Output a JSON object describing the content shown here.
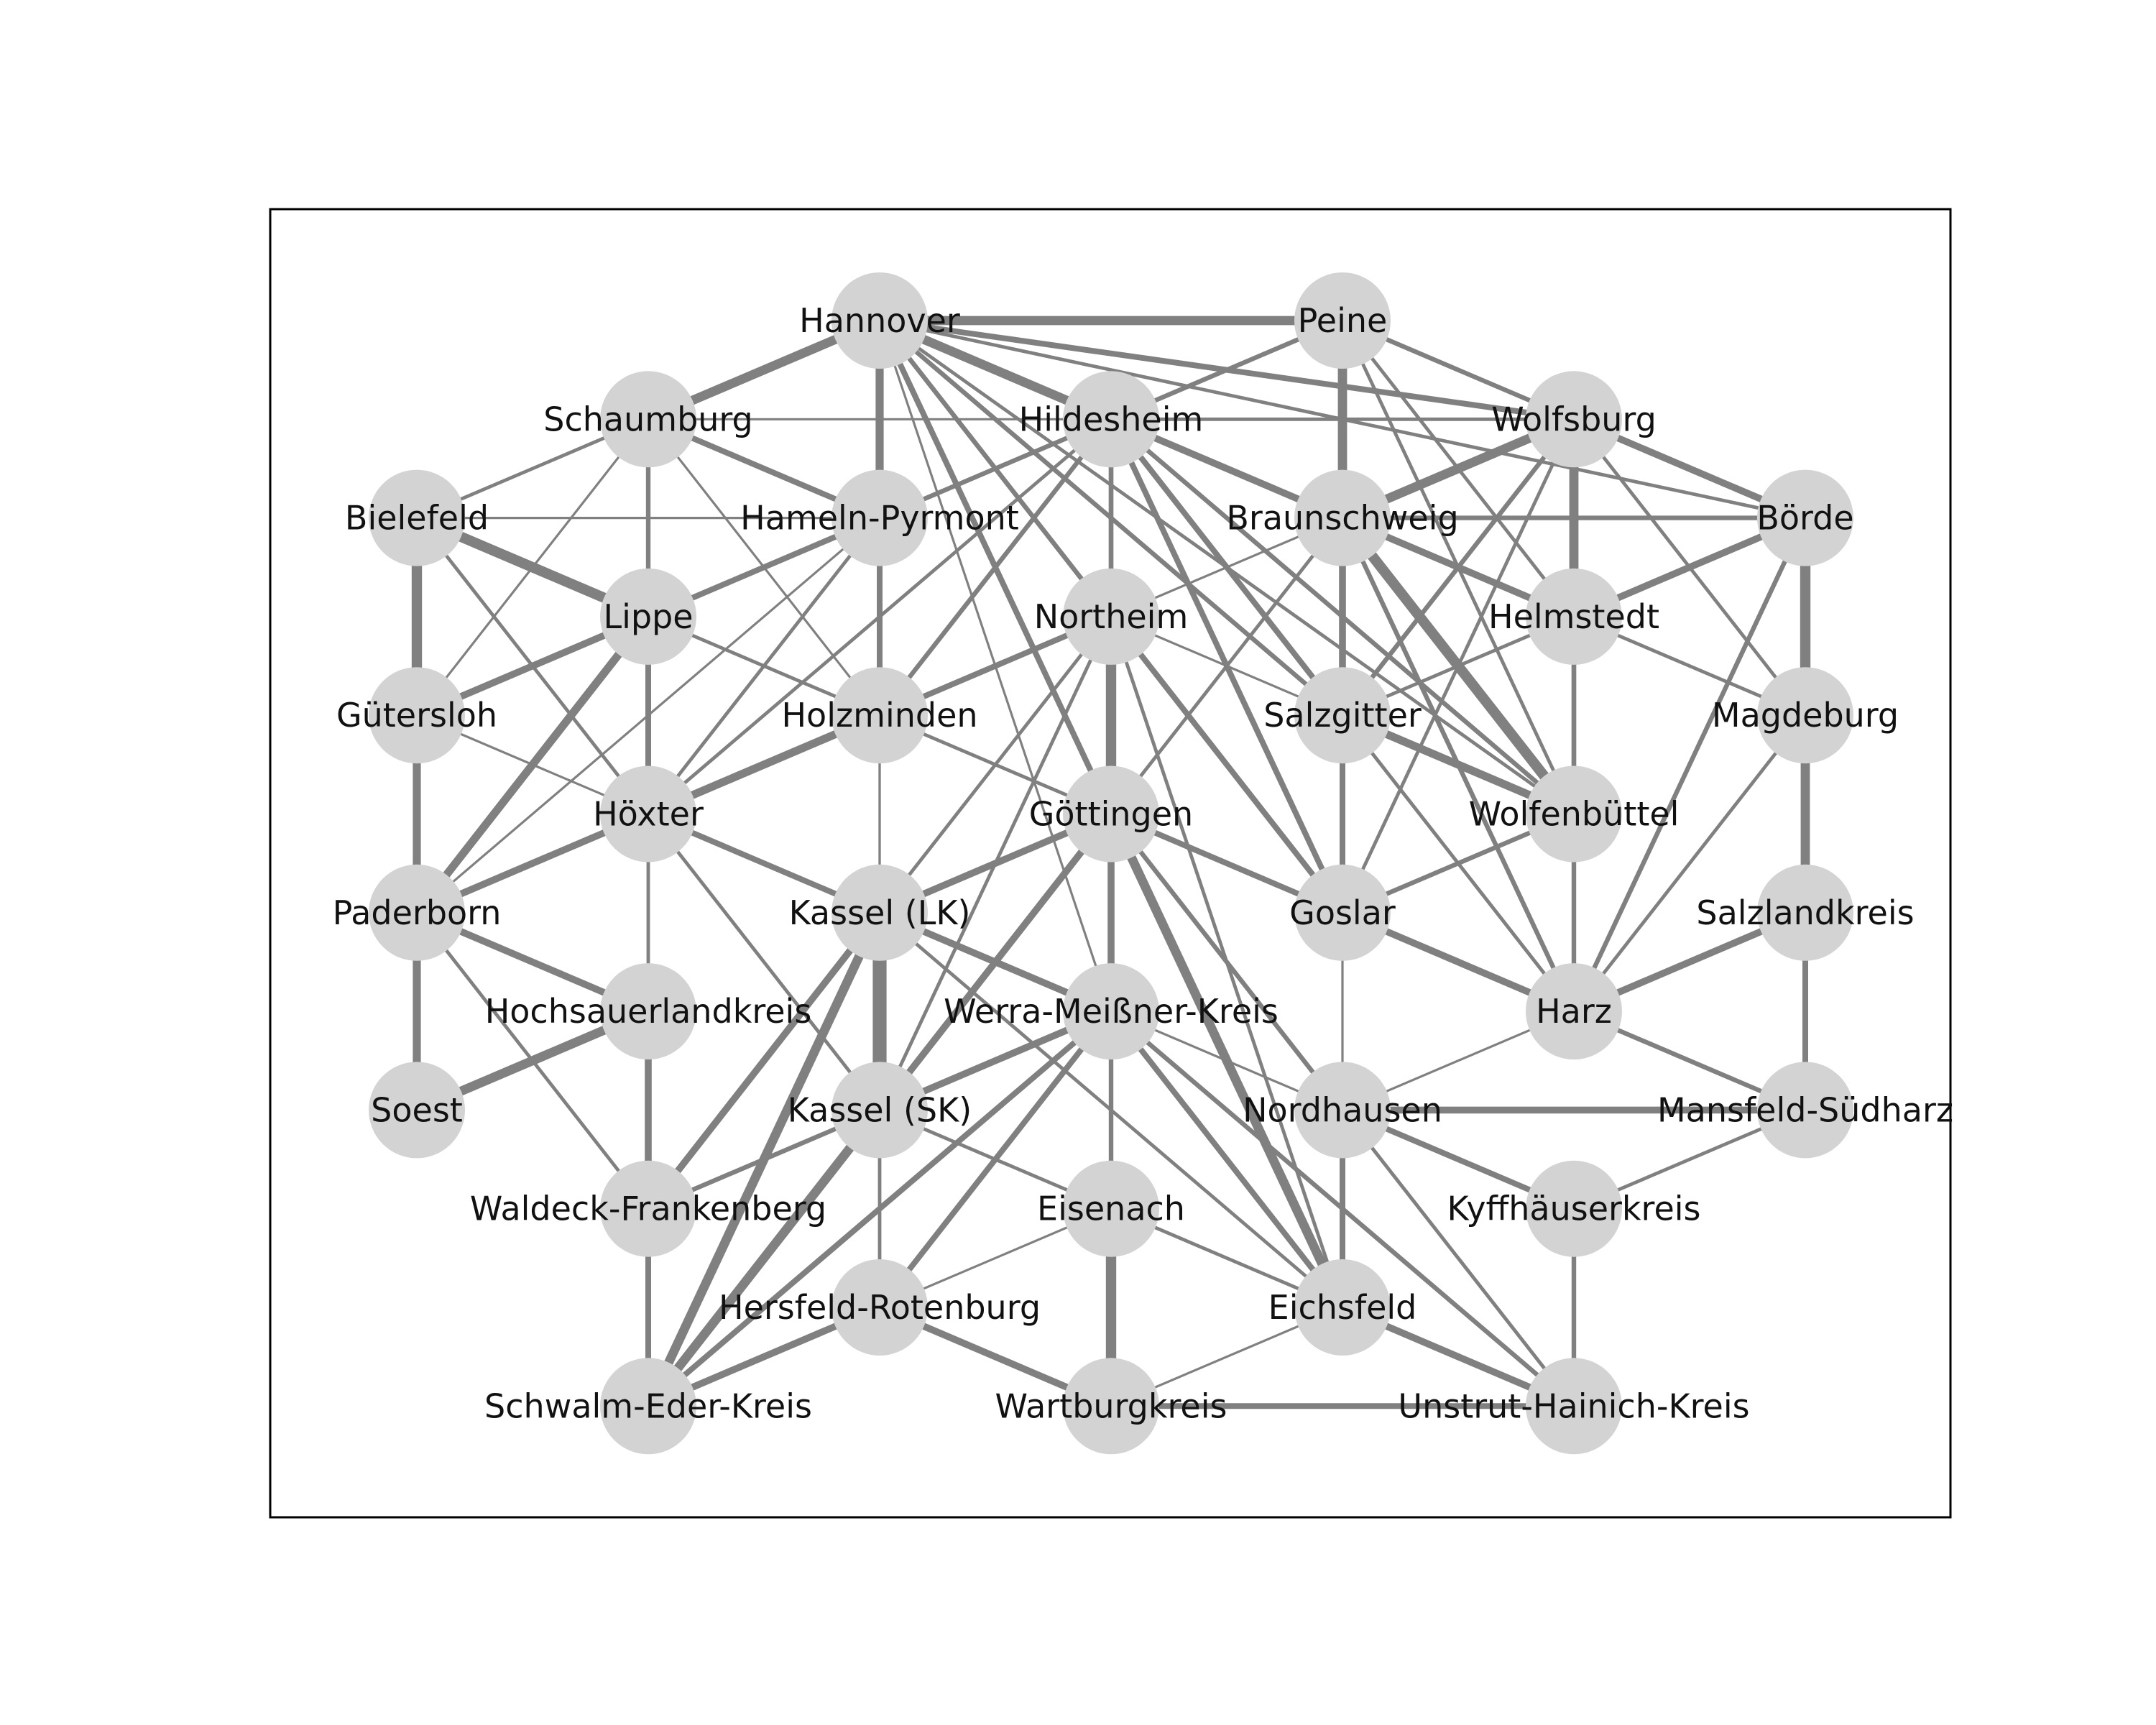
{
  "colors": {
    "edge": "#808080",
    "node": "#d3d3d3",
    "frame": "#000000",
    "label": "#111111"
  },
  "nodes": [
    {
      "id": "hannover",
      "label": "Hannover"
    },
    {
      "id": "peine",
      "label": "Peine"
    },
    {
      "id": "schaumburg",
      "label": "Schaumburg"
    },
    {
      "id": "hildesheim",
      "label": "Hildesheim"
    },
    {
      "id": "wolfsburg",
      "label": "Wolfsburg"
    },
    {
      "id": "bielefeld",
      "label": "Bielefeld"
    },
    {
      "id": "hameln",
      "label": "Hameln-Pyrmont"
    },
    {
      "id": "braunschweig",
      "label": "Braunschweig"
    },
    {
      "id": "boerde",
      "label": "Börde"
    },
    {
      "id": "lippe",
      "label": "Lippe"
    },
    {
      "id": "northeim",
      "label": "Northeim"
    },
    {
      "id": "helmstedt",
      "label": "Helmstedt"
    },
    {
      "id": "guetersloh",
      "label": "Gütersloh"
    },
    {
      "id": "holzminden",
      "label": "Holzminden"
    },
    {
      "id": "salzgitter",
      "label": "Salzgitter"
    },
    {
      "id": "magdeburg",
      "label": "Magdeburg"
    },
    {
      "id": "hoexter",
      "label": "Höxter"
    },
    {
      "id": "goettingen",
      "label": "Göttingen"
    },
    {
      "id": "wolfenbuettel",
      "label": "Wolfenbüttel"
    },
    {
      "id": "paderborn",
      "label": "Paderborn"
    },
    {
      "id": "kassel_lk",
      "label": "Kassel (LK)"
    },
    {
      "id": "goslar",
      "label": "Goslar"
    },
    {
      "id": "salzlandkreis",
      "label": "Salzlandkreis"
    },
    {
      "id": "hochsauerland",
      "label": "Hochsauerlandkreis"
    },
    {
      "id": "werra",
      "label": "Werra-Meißner-Kreis"
    },
    {
      "id": "harz",
      "label": "Harz"
    },
    {
      "id": "soest",
      "label": "Soest"
    },
    {
      "id": "kassel_sk",
      "label": "Kassel (SK)"
    },
    {
      "id": "nordhausen",
      "label": "Nordhausen"
    },
    {
      "id": "mansfeld",
      "label": "Mansfeld-Südharz"
    },
    {
      "id": "waldeck",
      "label": "Waldeck-Frankenberg"
    },
    {
      "id": "eisenach",
      "label": "Eisenach"
    },
    {
      "id": "kyffhaeuser",
      "label": "Kyffhäuserkreis"
    },
    {
      "id": "hersfeld",
      "label": "Hersfeld-Rotenburg"
    },
    {
      "id": "eichsfeld",
      "label": "Eichsfeld"
    },
    {
      "id": "schwalm",
      "label": "Schwalm-Eder-Kreis"
    },
    {
      "id": "wartburg",
      "label": "Wartburgkreis"
    },
    {
      "id": "unstrut",
      "label": "Unstrut-Hainich-Kreis"
    }
  ],
  "edges": [
    {
      "source": "hannover",
      "target": "peine",
      "weight": 8
    },
    {
      "source": "hannover",
      "target": "schaumburg",
      "weight": 8
    },
    {
      "source": "hannover",
      "target": "hameln",
      "weight": 7
    },
    {
      "source": "hannover",
      "target": "hildesheim",
      "weight": 8
    },
    {
      "source": "hannover",
      "target": "wolfsburg",
      "weight": 5
    },
    {
      "source": "hannover",
      "target": "braunschweig",
      "weight": 6
    },
    {
      "source": "hannover",
      "target": "boerde",
      "weight": 3
    },
    {
      "source": "hannover",
      "target": "salzgitter",
      "weight": 4
    },
    {
      "source": "hannover",
      "target": "wolfenbuettel",
      "weight": 3
    },
    {
      "source": "hannover",
      "target": "northeim",
      "weight": 4
    },
    {
      "source": "hannover",
      "target": "goettingen",
      "weight": 5
    },
    {
      "source": "hannover",
      "target": "goslar",
      "weight": 4
    },
    {
      "source": "hannover",
      "target": "kassel_lk",
      "weight": 2
    },
    {
      "source": "hannover",
      "target": "werra",
      "weight": 2
    },
    {
      "source": "hannover",
      "target": "holzminden",
      "weight": 3
    },
    {
      "source": "hannover",
      "target": "helmstedt",
      "weight": 3
    },
    {
      "source": "peine",
      "target": "hildesheim",
      "weight": 4
    },
    {
      "source": "peine",
      "target": "braunschweig",
      "weight": 8
    },
    {
      "source": "peine",
      "target": "wolfsburg",
      "weight": 4
    },
    {
      "source": "peine",
      "target": "salzgitter",
      "weight": 4
    },
    {
      "source": "peine",
      "target": "wolfenbuettel",
      "weight": 3
    },
    {
      "source": "peine",
      "target": "helmstedt",
      "weight": 3
    },
    {
      "source": "schaumburg",
      "target": "hameln",
      "weight": 5
    },
    {
      "source": "schaumburg",
      "target": "lippe",
      "weight": 4
    },
    {
      "source": "schaumburg",
      "target": "bielefeld",
      "weight": 3
    },
    {
      "source": "schaumburg",
      "target": "wolfsburg",
      "weight": 2
    },
    {
      "source": "schaumburg",
      "target": "guetersloh",
      "weight": 2
    },
    {
      "source": "schaumburg",
      "target": "holzminden",
      "weight": 2
    },
    {
      "source": "hildesheim",
      "target": "hameln",
      "weight": 4
    },
    {
      "source": "hildesheim",
      "target": "braunschweig",
      "weight": 5
    },
    {
      "source": "hildesheim",
      "target": "northeim",
      "weight": 4
    },
    {
      "source": "hildesheim",
      "target": "holzminden",
      "weight": 4
    },
    {
      "source": "hildesheim",
      "target": "salzgitter",
      "weight": 5
    },
    {
      "source": "hildesheim",
      "target": "wolfenbuettel",
      "weight": 4
    },
    {
      "source": "hildesheim",
      "target": "goslar",
      "weight": 5
    },
    {
      "source": "hildesheim",
      "target": "goettingen",
      "weight": 4
    },
    {
      "source": "hildesheim",
      "target": "hoexter",
      "weight": 3
    },
    {
      "source": "hildesheim",
      "target": "wolfsburg",
      "weight": 3
    },
    {
      "source": "hildesheim",
      "target": "harz",
      "weight": 3
    },
    {
      "source": "wolfsburg",
      "target": "braunschweig",
      "weight": 8
    },
    {
      "source": "wolfsburg",
      "target": "helmstedt",
      "weight": 8
    },
    {
      "source": "wolfsburg",
      "target": "boerde",
      "weight": 6
    },
    {
      "source": "wolfsburg",
      "target": "salzgitter",
      "weight": 4
    },
    {
      "source": "wolfsburg",
      "target": "wolfenbuettel",
      "weight": 4
    },
    {
      "source": "wolfsburg",
      "target": "goslar",
      "weight": 3
    },
    {
      "source": "wolfsburg",
      "target": "magdeburg",
      "weight": 3
    },
    {
      "source": "bielefeld",
      "target": "lippe",
      "weight": 9
    },
    {
      "source": "bielefeld",
      "target": "guetersloh",
      "weight": 9
    },
    {
      "source": "bielefeld",
      "target": "hameln",
      "weight": 2
    },
    {
      "source": "bielefeld",
      "target": "hoexter",
      "weight": 3
    },
    {
      "source": "hameln",
      "target": "lippe",
      "weight": 5
    },
    {
      "source": "hameln",
      "target": "holzminden",
      "weight": 5
    },
    {
      "source": "hameln",
      "target": "hoexter",
      "weight": 3
    },
    {
      "source": "hameln",
      "target": "paderborn",
      "weight": 2
    },
    {
      "source": "braunschweig",
      "target": "wolfenbuettel",
      "weight": 9
    },
    {
      "source": "braunschweig",
      "target": "salzgitter",
      "weight": 6
    },
    {
      "source": "braunschweig",
      "target": "helmstedt",
      "weight": 6
    },
    {
      "source": "braunschweig",
      "target": "boerde",
      "weight": 4
    },
    {
      "source": "braunschweig",
      "target": "goslar",
      "weight": 4
    },
    {
      "source": "braunschweig",
      "target": "harz",
      "weight": 4
    },
    {
      "source": "braunschweig",
      "target": "goettingen",
      "weight": 3
    },
    {
      "source": "braunschweig",
      "target": "northeim",
      "weight": 2
    },
    {
      "source": "boerde",
      "target": "helmstedt",
      "weight": 6
    },
    {
      "source": "boerde",
      "target": "magdeburg",
      "weight": 9
    },
    {
      "source": "boerde",
      "target": "harz",
      "weight": 4
    },
    {
      "source": "lippe",
      "target": "guetersloh",
      "weight": 6
    },
    {
      "source": "lippe",
      "target": "paderborn",
      "weight": 7
    },
    {
      "source": "lippe",
      "target": "hoexter",
      "weight": 5
    },
    {
      "source": "lippe",
      "target": "holzminden",
      "weight": 3
    },
    {
      "source": "northeim",
      "target": "goettingen",
      "weight": 9
    },
    {
      "source": "northeim",
      "target": "holzminden",
      "weight": 5
    },
    {
      "source": "northeim",
      "target": "goslar",
      "weight": 5
    },
    {
      "source": "northeim",
      "target": "kassel_lk",
      "weight": 3
    },
    {
      "source": "northeim",
      "target": "eichsfeld",
      "weight": 3
    },
    {
      "source": "northeim",
      "target": "werra",
      "weight": 3
    },
    {
      "source": "northeim",
      "target": "salzgitter",
      "weight": 2
    },
    {
      "source": "northeim",
      "target": "kassel_sk",
      "weight": 3
    },
    {
      "source": "helmstedt",
      "target": "wolfenbuettel",
      "weight": 4
    },
    {
      "source": "helmstedt",
      "target": "magdeburg",
      "weight": 3
    },
    {
      "source": "helmstedt",
      "target": "salzgitter",
      "weight": 3
    },
    {
      "source": "guetersloh",
      "target": "paderborn",
      "weight": 7
    },
    {
      "source": "guetersloh",
      "target": "hoexter",
      "weight": 2
    },
    {
      "source": "holzminden",
      "target": "hoexter",
      "weight": 7
    },
    {
      "source": "holzminden",
      "target": "kassel_lk",
      "weight": 2
    },
    {
      "source": "holzminden",
      "target": "goettingen",
      "weight": 3
    },
    {
      "source": "salzgitter",
      "target": "wolfenbuettel",
      "weight": 7
    },
    {
      "source": "salzgitter",
      "target": "goslar",
      "weight": 5
    },
    {
      "source": "salzgitter",
      "target": "harz",
      "weight": 3
    },
    {
      "source": "magdeburg",
      "target": "salzlandkreis",
      "weight": 8
    },
    {
      "source": "magdeburg",
      "target": "harz",
      "weight": 3
    },
    {
      "source": "hoexter",
      "target": "paderborn",
      "weight": 6
    },
    {
      "source": "hoexter",
      "target": "kassel_lk",
      "weight": 5
    },
    {
      "source": "hoexter",
      "target": "hochsauerland",
      "weight": 3
    },
    {
      "source": "hoexter",
      "target": "kassel_sk",
      "weight": 3
    },
    {
      "source": "goettingen",
      "target": "kassel_lk",
      "weight": 6
    },
    {
      "source": "goettingen",
      "target": "kassel_sk",
      "weight": 6
    },
    {
      "source": "goettingen",
      "target": "goslar",
      "weight": 5
    },
    {
      "source": "goettingen",
      "target": "werra",
      "weight": 6
    },
    {
      "source": "goettingen",
      "target": "eichsfeld",
      "weight": 8
    },
    {
      "source": "goettingen",
      "target": "nordhausen",
      "weight": 4
    },
    {
      "source": "goettingen",
      "target": "unstrut",
      "weight": 3
    },
    {
      "source": "wolfenbuettel",
      "target": "goslar",
      "weight": 4
    },
    {
      "source": "wolfenbuettel",
      "target": "harz",
      "weight": 4
    },
    {
      "source": "paderborn",
      "target": "soest",
      "weight": 7
    },
    {
      "source": "paderborn",
      "target": "hochsauerland",
      "weight": 6
    },
    {
      "source": "paderborn",
      "target": "waldeck",
      "weight": 3
    },
    {
      "source": "kassel_lk",
      "target": "kassel_sk",
      "weight": 12
    },
    {
      "source": "kassel_lk",
      "target": "werra",
      "weight": 6
    },
    {
      "source": "kassel_lk",
      "target": "waldeck",
      "weight": 6
    },
    {
      "source": "kassel_lk",
      "target": "schwalm",
      "weight": 8
    },
    {
      "source": "kassel_lk",
      "target": "eichsfeld",
      "weight": 3
    },
    {
      "source": "kassel_lk",
      "target": "nordhausen",
      "weight": 2
    },
    {
      "source": "goslar",
      "target": "harz",
      "weight": 6
    },
    {
      "source": "goslar",
      "target": "nordhausen",
      "weight": 2
    },
    {
      "source": "salzlandkreis",
      "target": "harz",
      "weight": 6
    },
    {
      "source": "salzlandkreis",
      "target": "mansfeld",
      "weight": 5
    },
    {
      "source": "hochsauerland",
      "target": "soest",
      "weight": 8
    },
    {
      "source": "hochsauerland",
      "target": "waldeck",
      "weight": 6
    },
    {
      "source": "werra",
      "target": "kassel_sk",
      "weight": 6
    },
    {
      "source": "werra",
      "target": "eisenach",
      "weight": 3
    },
    {
      "source": "werra",
      "target": "eichsfeld",
      "weight": 5
    },
    {
      "source": "werra",
      "target": "hersfeld",
      "weight": 5
    },
    {
      "source": "werra",
      "target": "schwalm",
      "weight": 5
    },
    {
      "source": "werra",
      "target": "unstrut",
      "weight": 4
    },
    {
      "source": "werra",
      "target": "waldeck",
      "weight": 3
    },
    {
      "source": "werra",
      "target": "wartburg",
      "weight": 4
    },
    {
      "source": "harz",
      "target": "mansfeld",
      "weight": 4
    },
    {
      "source": "harz",
      "target": "nordhausen",
      "weight": 2
    },
    {
      "source": "kassel_sk",
      "target": "schwalm",
      "weight": 8
    },
    {
      "source": "kassel_sk",
      "target": "hersfeld",
      "weight": 3
    },
    {
      "source": "kassel_sk",
      "target": "eisenach",
      "weight": 3
    },
    {
      "source": "kassel_sk",
      "target": "waldeck",
      "weight": 4
    },
    {
      "source": "nordhausen",
      "target": "mansfeld",
      "weight": 6
    },
    {
      "source": "nordhausen",
      "target": "kyffhaeuser",
      "weight": 5
    },
    {
      "source": "nordhausen",
      "target": "eichsfeld",
      "weight": 5
    },
    {
      "source": "nordhausen",
      "target": "unstrut",
      "weight": 3
    },
    {
      "source": "mansfeld",
      "target": "kyffhaeuser",
      "weight": 3
    },
    {
      "source": "waldeck",
      "target": "schwalm",
      "weight": 5
    },
    {
      "source": "eisenach",
      "target": "wartburg",
      "weight": 9
    },
    {
      "source": "eisenach",
      "target": "hersfeld",
      "weight": 2
    },
    {
      "source": "eisenach",
      "target": "eichsfeld",
      "weight": 3
    },
    {
      "source": "kyffhaeuser",
      "target": "unstrut",
      "weight": 4
    },
    {
      "source": "hersfeld",
      "target": "schwalm",
      "weight": 6
    },
    {
      "source": "hersfeld",
      "target": "wartburg",
      "weight": 6
    },
    {
      "source": "eichsfeld",
      "target": "unstrut",
      "weight": 6
    },
    {
      "source": "eichsfeld",
      "target": "wartburg",
      "weight": 2
    },
    {
      "source": "wartburg",
      "target": "unstrut",
      "weight": 5
    }
  ]
}
